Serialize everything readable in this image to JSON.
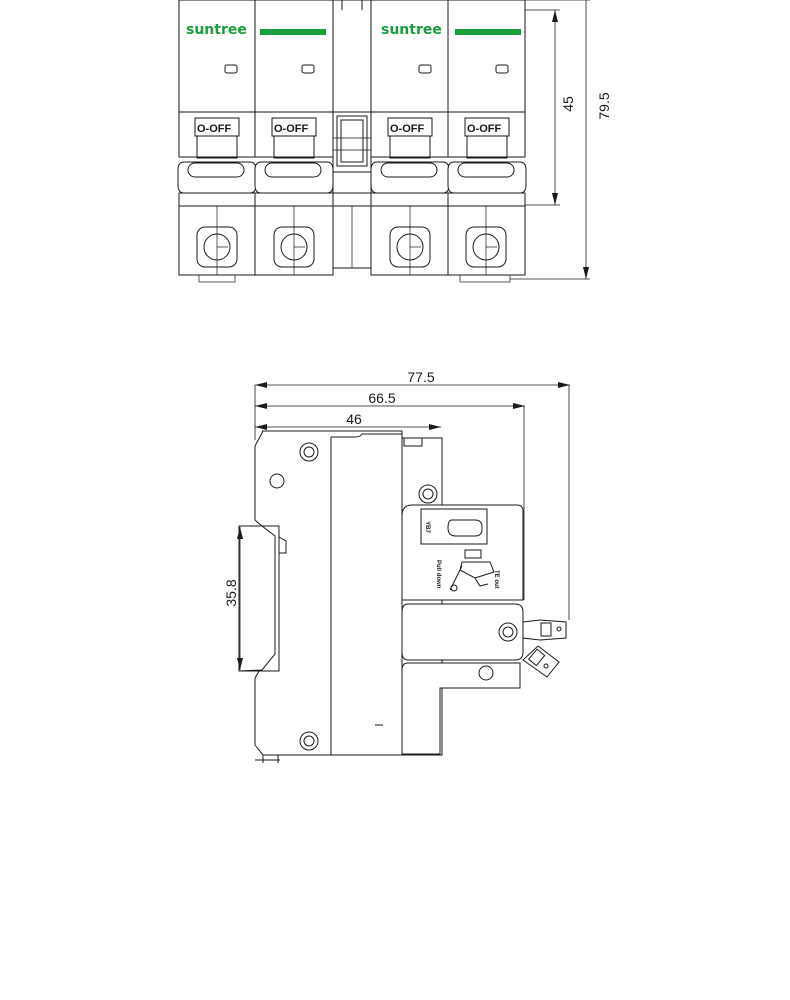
{
  "colors": {
    "brand_green": "#1a9d3c",
    "line": "#1a1a1a",
    "background": "#ffffff"
  },
  "front_view": {
    "poles": [
      {
        "brand": "suntree",
        "switch_label": "O-OFF"
      },
      {
        "brand": "",
        "switch_label": "O-OFF"
      },
      {
        "brand": "suntree",
        "switch_label": "O-OFF"
      },
      {
        "brand": "",
        "switch_label": "O-OFF"
      }
    ],
    "dimensions": {
      "window_height": "45",
      "total_height": "79.5"
    }
  },
  "side_view": {
    "dimensions": {
      "overall_depth": "77.5",
      "handle_depth": "66.5",
      "body_depth": "46",
      "din_rail_width": "35.8"
    },
    "handle_label": "YB7",
    "pull_down_label": "Pull down",
    "test_label": "TE out"
  }
}
